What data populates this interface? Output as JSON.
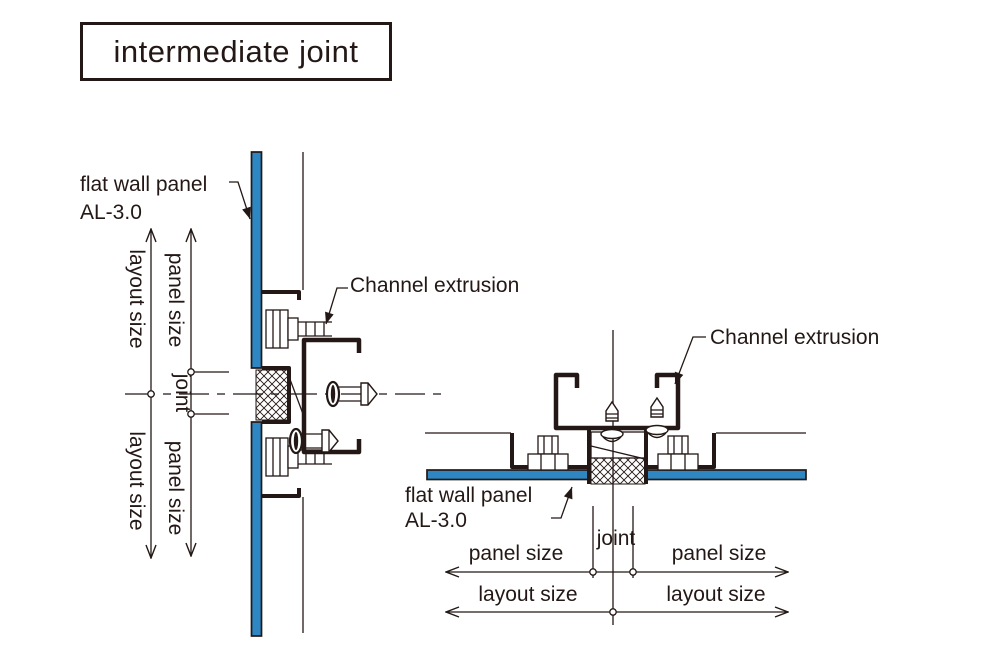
{
  "title_box": {
    "label": "intermediate joint"
  },
  "colors": {
    "line_dark": "#231815",
    "panel_blue": "#2E86C2",
    "background": "#ffffff"
  },
  "left_section": {
    "callouts": {
      "flat_wall_panel_line1": "flat wall panel",
      "flat_wall_panel_line2": "AL-3.0",
      "channel_extrusion": "Channel extrusion"
    },
    "dimensions": {
      "layout_size_upper": "layout size",
      "layout_size_lower": "layout size",
      "panel_size_upper": "panel size",
      "joint": "joint",
      "panel_size_lower": "panel size"
    }
  },
  "right_section": {
    "callouts": {
      "channel_extrusion": "Channel extrusion",
      "flat_wall_panel_line1": "flat wall panel",
      "flat_wall_panel_line2": "AL-3.0"
    },
    "dimensions": {
      "joint": "joint",
      "panel_size_left": "panel size",
      "panel_size_right": "panel size",
      "layout_size_left": "layout size",
      "layout_size_right": "layout size"
    }
  }
}
